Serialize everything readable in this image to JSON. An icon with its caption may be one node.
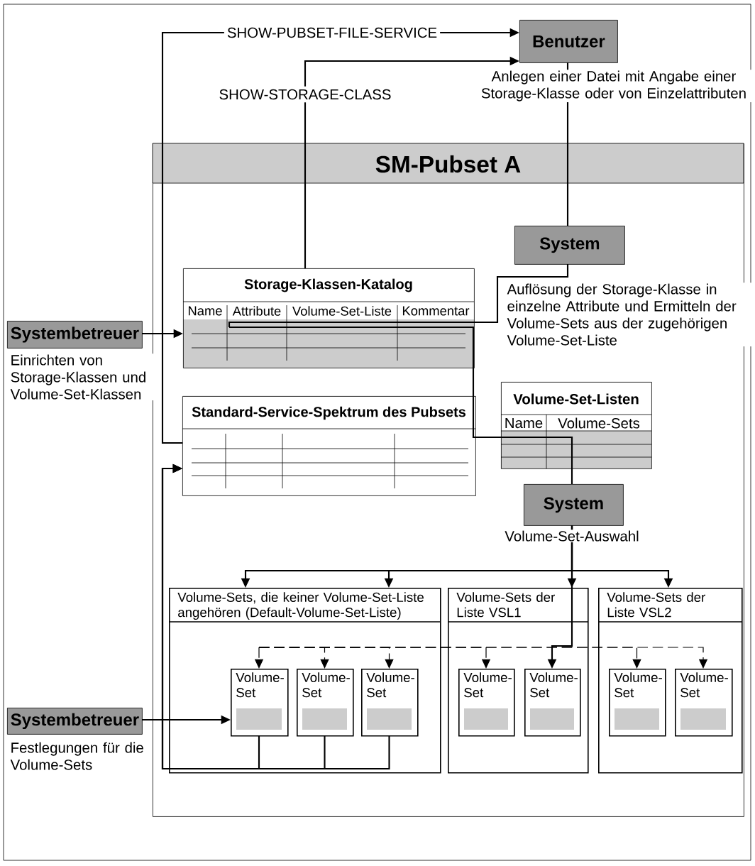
{
  "diagram": {
    "nodes": [
      {
        "text": [
          "Benutzer"
        ],
        "beside": [
          "Anlegen einer Datei mit Angabe einer Storage-Klasse oder von Einzelattributen"
        ]
      },
      {
        "text": [
          "SM-Pubset A"
        ]
      },
      {
        "text": [
          "System"
        ],
        "in": 1,
        "beside": [
          "Auflösung der Storage-Klasse in einzelne Attribute und Ermitteln der Volume-Sets aus der zugehörigen Volume-Set-Liste"
        ]
      },
      {
        "text": [
          "Storage-Klassen-Katalog",
          "Name",
          "Attribute",
          "Volume-Set-Liste",
          "Kommentar"
        ],
        "in": 1
      },
      {
        "text": [
          "Standard-Service-Spektrum des Pubsets"
        ],
        "in": 1
      },
      {
        "text": [
          "Volume-Set-Listen",
          "Name",
          "Volume-Sets"
        ],
        "in": 1
      },
      {
        "text": [
          "System"
        ],
        "in": 1,
        "beside": [
          "Volume-Set-Auswahl"
        ]
      },
      {
        "text": [
          "Volume-Sets, die keiner Volume-Set-Liste angehören (Default-Volume-Set-Liste)"
        ],
        "in": 1
      },
      {
        "text": [
          "Volume-Sets der Liste VSL1"
        ],
        "in": 1
      },
      {
        "text": [
          "Volume-Sets der Liste VSL2"
        ],
        "in": 1
      },
      {
        "text": [
          "Volume-Set"
        ],
        "in": 7
      },
      {
        "text": [
          "Volume-Set"
        ],
        "in": 7
      },
      {
        "text": [
          "Volume-Set"
        ],
        "in": 7
      },
      {
        "text": [
          "Volume-Set"
        ],
        "in": 8
      },
      {
        "text": [
          "Volume-Set"
        ],
        "in": 8
      },
      {
        "text": [
          "Volume-Set"
        ],
        "in": 9
      },
      {
        "text": [
          "Volume-Set"
        ],
        "in": 9
      },
      {
        "text": [
          "Systembetreuer"
        ],
        "beside": [
          "Einrichten von Storage-Klassen und Volume-Set-Klassen"
        ]
      },
      {
        "text": [
          "Systembetreuer"
        ],
        "beside": [
          "Festlegungen für die Volume-Sets"
        ]
      }
    ],
    "edges": [
      {
        "from": 4,
        "to": 0,
        "arrow": "to",
        "label": "SHOW-PUBSET-FILE-SERVICE"
      },
      {
        "from": 3,
        "to": 0,
        "arrow": "to",
        "label": "SHOW-STORAGE-CLASS"
      },
      {
        "from": 0,
        "to": 2,
        "arrow": "none"
      },
      {
        "from": 2,
        "to": 3,
        "arrow": "none"
      },
      {
        "from": 3,
        "to": 5,
        "arrow": "none"
      },
      {
        "from": 5,
        "to": 6,
        "arrow": "none"
      },
      {
        "from": 17,
        "to": 3,
        "arrow": "to"
      },
      {
        "from": 18,
        "to": 10,
        "arrow": "to"
      },
      {
        "from": 10,
        "to": 4,
        "arrow": "to"
      },
      {
        "from": 11,
        "to": 4,
        "arrow": "to"
      },
      {
        "from": 12,
        "to": 4,
        "arrow": "to"
      },
      {
        "from": 6,
        "to": 7,
        "arrow": "to"
      },
      {
        "from": 6,
        "to": 7,
        "arrow": "to"
      },
      {
        "from": 6,
        "to": 8,
        "arrow": "to"
      },
      {
        "from": 6,
        "to": 9,
        "arrow": "to"
      },
      {
        "from": 6,
        "to": 14,
        "arrow": "to"
      },
      {
        "from": null,
        "to": 10,
        "arrow": "to",
        "style": "dashed"
      },
      {
        "from": null,
        "to": 11,
        "arrow": "to",
        "style": "dashed"
      },
      {
        "from": null,
        "to": 12,
        "arrow": "to",
        "style": "dashed"
      },
      {
        "from": null,
        "to": 13,
        "arrow": "to",
        "style": "dashed"
      },
      {
        "from": null,
        "to": 15,
        "arrow": "to",
        "style": "dashed"
      },
      {
        "from": null,
        "to": 16,
        "arrow": "to",
        "style": "dashed"
      }
    ]
  }
}
